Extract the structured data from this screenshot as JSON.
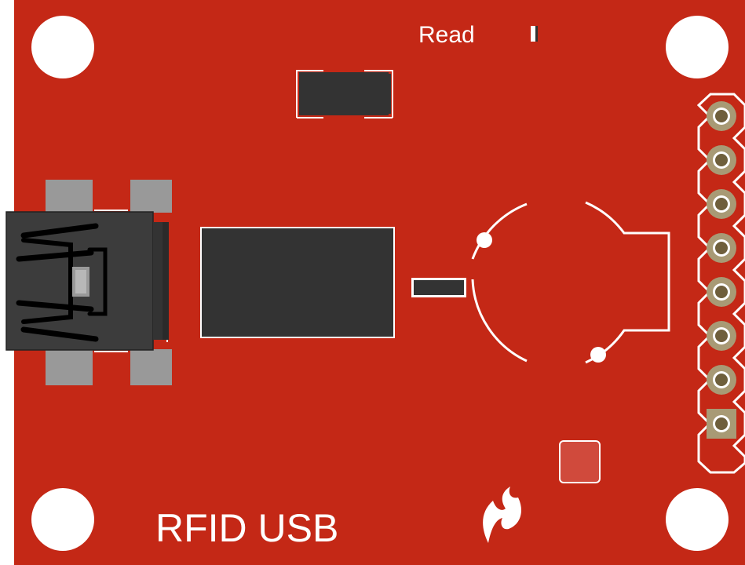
{
  "board": {
    "title": "RFID USB",
    "led_label": "Read",
    "pin_count": 8,
    "colors": {
      "pcb": "#c42816",
      "silkscreen": "#ffffff",
      "component": "#333333",
      "pad_metal": "#999999",
      "header_pad": "#a89a75",
      "header_hole": "#6f5f3c",
      "connector_body": "#3c3c3c",
      "led": "#d04a3c"
    }
  }
}
